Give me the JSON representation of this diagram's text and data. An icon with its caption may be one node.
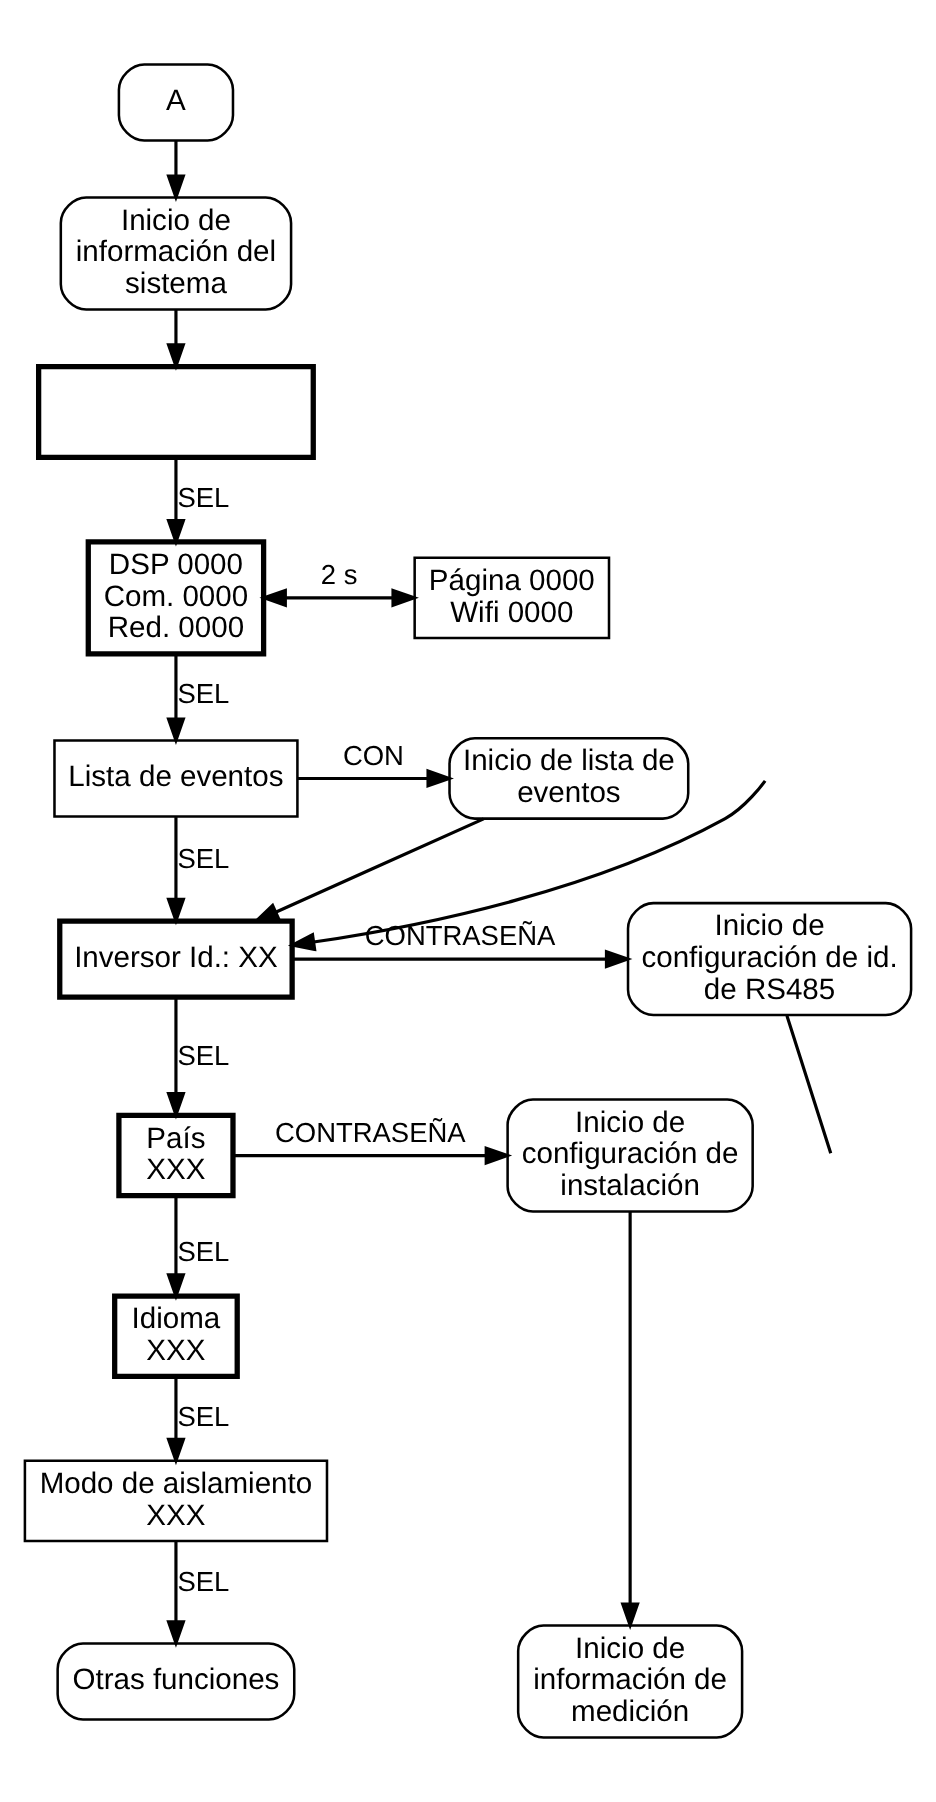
{
  "diagram": {
    "nodes": [
      {
        "text": [
          "A"
        ]
      },
      {
        "text": [
          "Inicio de información del sistema"
        ]
      },
      {
        "text": [],
        "shape": "box"
      },
      {
        "text": [
          "DSP 0000",
          "Com. 0000",
          "Red. 0000"
        ]
      },
      {
        "text": [
          "Página 0000",
          "Wifi 0000"
        ]
      },
      {
        "text": [
          "Lista de eventos"
        ]
      },
      {
        "text": [
          "Inicio de lista de eventos"
        ]
      },
      {
        "text": [
          "Inversor Id.: XX"
        ]
      },
      {
        "text": [
          "Inicio de configuración de id. de RS485"
        ]
      },
      {
        "text": [
          "País",
          "XXX"
        ]
      },
      {
        "text": [
          "Inicio de configuración de instalación"
        ]
      },
      {
        "text": [
          "Idioma",
          "XXX"
        ]
      },
      {
        "text": [
          "Modo de aislamiento",
          "XXX"
        ]
      },
      {
        "text": [
          "Otras funciones"
        ]
      },
      {
        "text": [
          "Inicio de información de medición"
        ]
      }
    ],
    "edges": [
      {
        "from": 0,
        "to": 1,
        "arrow": "to"
      },
      {
        "from": 1,
        "to": 2,
        "arrow": "to"
      },
      {
        "from": 2,
        "to": 3,
        "arrow": "to",
        "label": "SEL"
      },
      {
        "from": 3,
        "to": 4,
        "arrow": "both",
        "label": "2 s"
      },
      {
        "from": 3,
        "to": 5,
        "arrow": "to",
        "label": "SEL"
      },
      {
        "from": 5,
        "to": 6,
        "arrow": "to",
        "label": "CON"
      },
      {
        "from": 5,
        "to": 7,
        "arrow": "to",
        "label": "SEL"
      },
      {
        "from": 6,
        "to": 7,
        "arrow": "to"
      },
      {
        "from": null,
        "to": 7,
        "arrow": "to"
      },
      {
        "from": 7,
        "to": 8,
        "arrow": "to",
        "label": "CONTRASEÑA"
      },
      {
        "from": 8,
        "to": null,
        "arrow": "none"
      },
      {
        "from": 7,
        "to": 9,
        "arrow": "to",
        "label": "SEL"
      },
      {
        "from": 9,
        "to": 10,
        "arrow": "to",
        "label": "CONTRASEÑA"
      },
      {
        "from": 9,
        "to": 11,
        "arrow": "to",
        "label": "SEL"
      },
      {
        "from": 11,
        "to": 12,
        "arrow": "to",
        "label": "SEL"
      },
      {
        "from": 12,
        "to": 13,
        "arrow": "to",
        "label": "SEL"
      },
      {
        "from": 10,
        "to": 14,
        "arrow": "to"
      }
    ]
  }
}
